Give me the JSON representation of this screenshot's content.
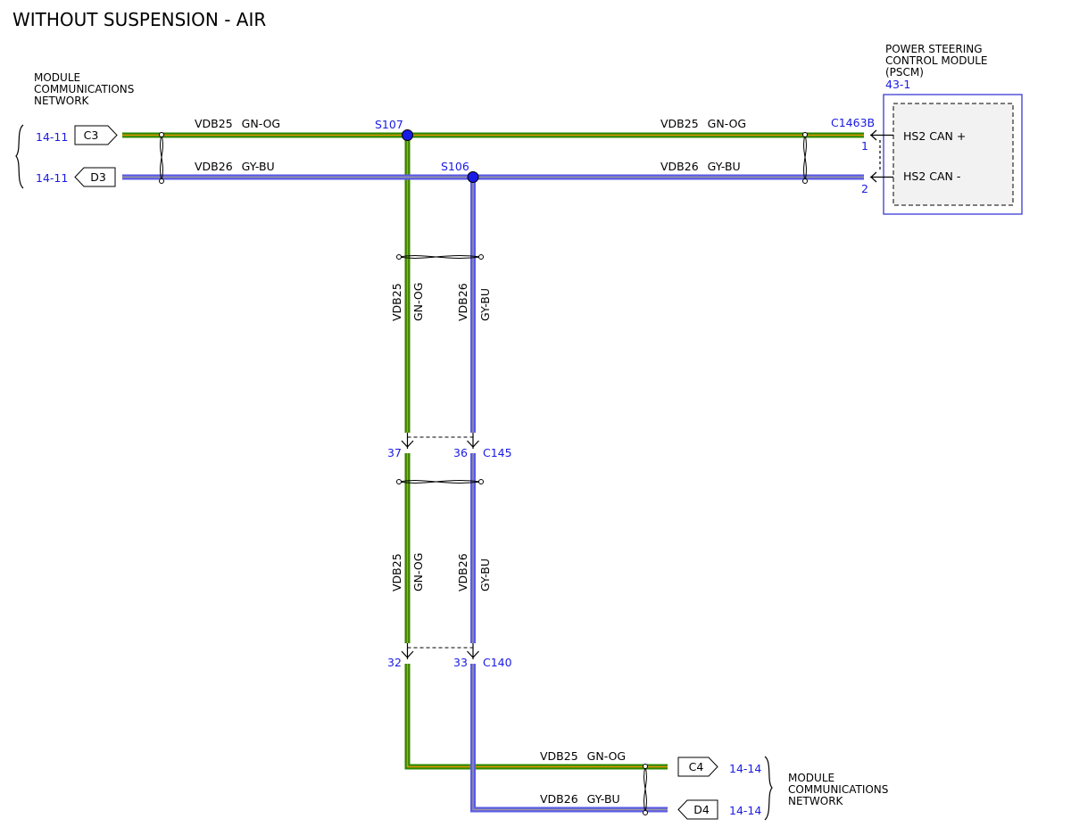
{
  "title": "WITHOUT SUSPENSION - AIR",
  "colors": {
    "green_wire": "#2d8a00",
    "green_stripe": "#e59400",
    "blue_wire": "#5a5ae6",
    "blue_stripe": "#9a9a9a",
    "ref_text": "#1a1ae6",
    "module_border": "#3a3ad6",
    "module_fill": "#f2f2f2"
  },
  "left_network": {
    "lines": [
      "MODULE",
      "COMMUNICATIONS",
      "NETWORK"
    ],
    "refs": [
      {
        "page": "14-11",
        "connector": "C3"
      },
      {
        "page": "14-11",
        "connector": "D3"
      }
    ]
  },
  "bottom_network": {
    "lines": [
      "MODULE",
      "COMMUNICATIONS",
      "NETWORK"
    ],
    "refs": [
      {
        "page": "14-14",
        "connector": "C4"
      },
      {
        "page": "14-14",
        "connector": "D4"
      }
    ]
  },
  "module": {
    "name_lines": [
      "POWER STEERING",
      "CONTROL MODULE",
      "(PSCM)"
    ],
    "ref": "43-1",
    "connector": "C1463B",
    "pins": [
      {
        "pin": "1",
        "label": "HS2 CAN +"
      },
      {
        "pin": "2",
        "label": "HS2 CAN -"
      }
    ]
  },
  "splices": [
    "S107",
    "S106"
  ],
  "wire_labels": {
    "top_left_green": {
      "circuit": "VDB25",
      "color": "GN-OG"
    },
    "top_left_blue": {
      "circuit": "VDB26",
      "color": "GY-BU"
    },
    "top_right_green": {
      "circuit": "VDB25",
      "color": "GN-OG"
    },
    "top_right_blue": {
      "circuit": "VDB26",
      "color": "GY-BU"
    },
    "vert1_green": {
      "circuit": "VDB25",
      "color": "GN-OG"
    },
    "vert1_blue": {
      "circuit": "VDB26",
      "color": "GY-BU"
    },
    "vert2_green": {
      "circuit": "VDB25",
      "color": "GN-OG"
    },
    "vert2_blue": {
      "circuit": "VDB26",
      "color": "GY-BU"
    },
    "bottom_green": {
      "circuit": "VDB25",
      "color": "GN-OG"
    },
    "bottom_blue": {
      "circuit": "VDB26",
      "color": "GY-BU"
    }
  },
  "inline_connectors": [
    {
      "name": "C145",
      "pins": [
        "37",
        "36"
      ]
    },
    {
      "name": "C140",
      "pins": [
        "32",
        "33"
      ]
    }
  ]
}
